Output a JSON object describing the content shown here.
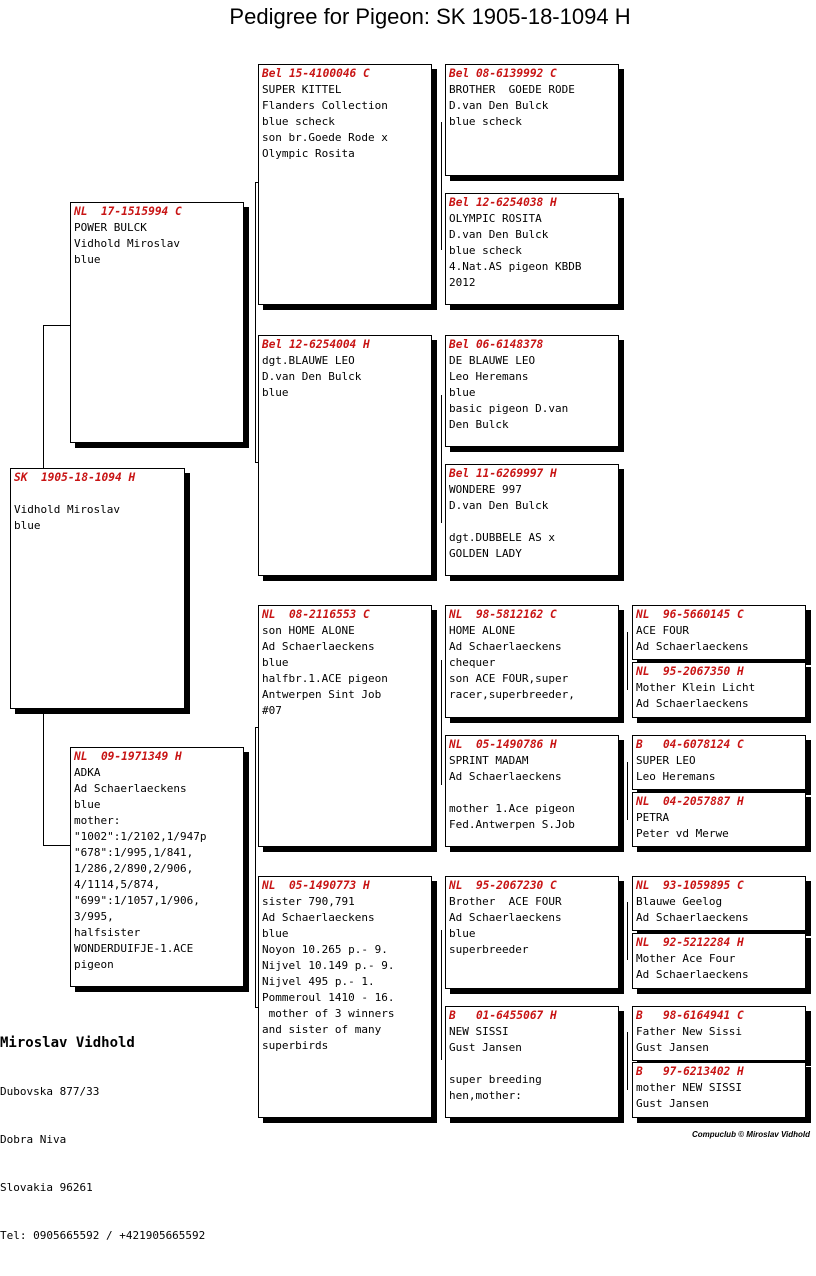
{
  "title": "Pedigree for Pigeon: SK  1905-18-1094 H",
  "boxes": [
    {
      "id": "SK  1905-18-1094 H",
      "lines": [
        "",
        "Vidhold Miroslav",
        "blue"
      ]
    },
    {
      "id": "NL  17-1515994 C",
      "lines": [
        "POWER BULCK",
        "Vidhold Miroslav",
        "blue"
      ]
    },
    {
      "id": "NL  09-1971349 H",
      "lines": [
        "ADKA",
        "Ad Schaerlaeckens",
        "blue",
        "mother:",
        "\"1002\":1/2102,1/947p",
        "\"678\":1/995,1/841,",
        "1/286,2/890,2/906,",
        "4/1114,5/874,",
        "\"699\":1/1057,1/906,",
        "3/995,",
        "halfsister",
        "WONDERDUIFJE-1.ACE",
        "pigeon"
      ]
    },
    {
      "id": "Bel 15-4100046 C",
      "lines": [
        "SUPER KITTEL",
        "Flanders Collection",
        "blue scheck",
        "son br.Goede Rode x",
        "Olympic Rosita"
      ]
    },
    {
      "id": "Bel 12-6254004 H",
      "lines": [
        "dgt.BLAUWE LEO",
        "D.van Den Bulck",
        "blue"
      ]
    },
    {
      "id": "NL  08-2116553 C",
      "lines": [
        "son HOME ALONE",
        "Ad Schaerlaeckens",
        "blue",
        "halfbr.1.ACE pigeon",
        "Antwerpen Sint Job",
        "#07"
      ]
    },
    {
      "id": "NL  05-1490773 H",
      "lines": [
        "sister 790,791",
        "Ad Schaerlaeckens",
        "blue",
        "Noyon 10.265 p.- 9.",
        "Nijvel 10.149 p.- 9.",
        "Nijvel 495 p.- 1.",
        "Pommeroul 1410 - 16.",
        " mother of 3 winners",
        "and sister of many",
        "superbirds"
      ]
    },
    {
      "id": "Bel 08-6139992 C",
      "lines": [
        "BROTHER  GOEDE RODE",
        "D.van Den Bulck",
        "blue scheck"
      ]
    },
    {
      "id": "Bel 12-6254038 H",
      "lines": [
        "OLYMPIC ROSITA",
        "D.van Den Bulck",
        "blue scheck",
        "4.Nat.AS pigeon KBDB",
        "2012"
      ]
    },
    {
      "id": "Bel 06-6148378",
      "lines": [
        "DE BLAUWE LEO",
        "Leo Heremans",
        "blue",
        "basic pigeon D.van",
        "Den Bulck"
      ]
    },
    {
      "id": "Bel 11-6269997 H",
      "lines": [
        "WONDERE 997",
        "D.van Den Bulck",
        "",
        "dgt.DUBBELE AS x",
        "GOLDEN LADY"
      ]
    },
    {
      "id": "NL  98-5812162 C",
      "lines": [
        "HOME ALONE",
        "Ad Schaerlaeckens",
        "chequer",
        "son ACE FOUR,super",
        "racer,superbreeder,"
      ]
    },
    {
      "id": "NL  05-1490786 H",
      "lines": [
        "SPRINT MADAM",
        "Ad Schaerlaeckens",
        "",
        "mother 1.Ace pigeon",
        "Fed.Antwerpen S.Job"
      ]
    },
    {
      "id": "NL  95-2067230 C",
      "lines": [
        "Brother  ACE FOUR",
        "Ad Schaerlaeckens",
        "blue",
        "superbreeder"
      ]
    },
    {
      "id": "B   01-6455067 H",
      "lines": [
        "NEW SISSI",
        "Gust Jansen",
        "",
        "super breeding",
        "hen,mother:"
      ]
    },
    {
      "id": "NL  96-5660145 C",
      "lines": [
        "ACE FOUR",
        "Ad Schaerlaeckens"
      ]
    },
    {
      "id": "NL  95-2067350 H",
      "lines": [
        "Mother Klein Licht",
        "Ad Schaerlaeckens"
      ]
    },
    {
      "id": "B   04-6078124 C",
      "lines": [
        "SUPER LEO",
        "Leo Heremans"
      ]
    },
    {
      "id": "NL  04-2057887 H",
      "lines": [
        "PETRA",
        "Peter vd Merwe"
      ]
    },
    {
      "id": "NL  93-1059895 C",
      "lines": [
        "Blauwe Geelog",
        "Ad Schaerlaeckens"
      ]
    },
    {
      "id": "NL  92-5212284 H",
      "lines": [
        "Mother Ace Four",
        "Ad Schaerlaeckens"
      ]
    },
    {
      "id": "B   98-6164941 C",
      "lines": [
        "Father New Sissi",
        "Gust Jansen"
      ]
    },
    {
      "id": "B   97-6213402 H",
      "lines": [
        "mother NEW SISSI",
        "Gust Jansen"
      ]
    }
  ],
  "breeder": {
    "name": "Miroslav Vidhold",
    "address": [
      "Dubovska 877/33",
      "Dobra Niva",
      "Slovakia 96261",
      "Tel: 0905665592 / +421905665592"
    ]
  },
  "footer": "Compuclub © Miroslav Vidhold"
}
